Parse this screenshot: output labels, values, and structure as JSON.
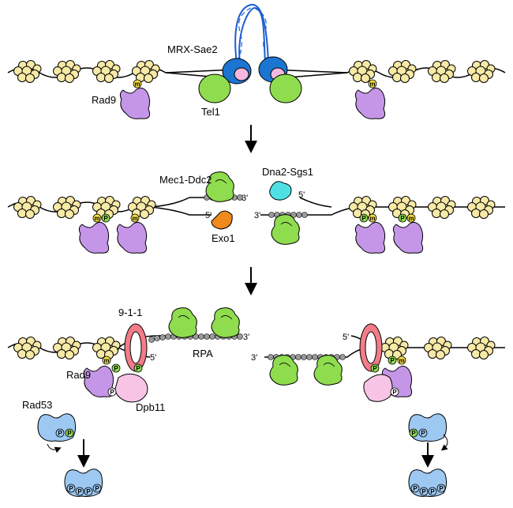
{
  "labels": {
    "mrx": "MRX-Sae2",
    "tel1": "Tel1",
    "rad9": "Rad9",
    "mec1": "Mec1-Ddc2",
    "dna2": "Dna2-Sgs1",
    "exo1": "Exo1",
    "nine11": "9-1-1",
    "rpa": "RPA",
    "rad9b": "Rad9",
    "dpb11": "Dpb11",
    "rad53": "Rad53"
  },
  "ends": {
    "three": "3'",
    "five": "5'"
  },
  "marks": {
    "methyl": "m",
    "phospho": "P"
  },
  "colors": {
    "nucleosome": "#f7e9a6",
    "rad9": "#c596e8",
    "mrx": "#1b75d1",
    "mrx_inner": "#f4b8dd",
    "green": "#8fdc4e",
    "exo1": "#f08a1c",
    "dna2": "#4fe0e6",
    "clamp": "#f27c88",
    "dpb11": "#f7c4e6",
    "rad53": "#9cc8f2",
    "rpa_bead": "#9a9a9a",
    "dna_blue": "#1e5fd0"
  }
}
